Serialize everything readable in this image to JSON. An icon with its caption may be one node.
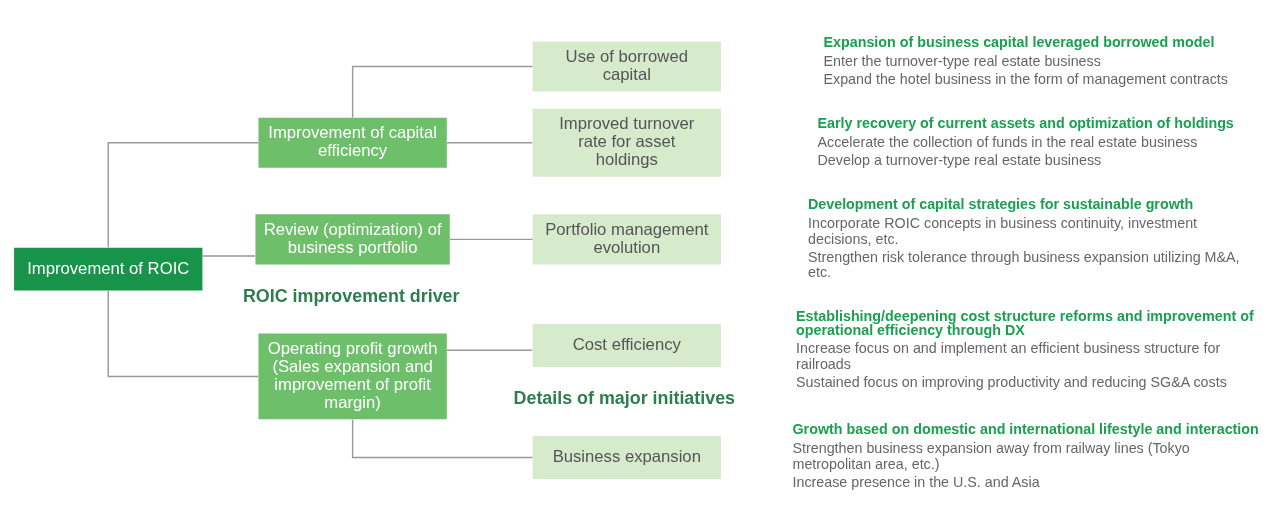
{
  "diagram": {
    "nodes": [
      {
        "text": [
          "Improvement of ROIC"
        ]
      },
      {
        "text": [
          "Operating profit growth",
          "(Sales expansion and improvement of profit margin)"
        ]
      },
      {
        "text": [
          "Improvement of capital efficiency"
        ]
      },
      {
        "text": [
          "Review (optimization) of business portfolio"
        ]
      },
      {
        "text": [
          "Business expansion"
        ],
        "beside": [
          "Growth based on domestic and international lifestyle and interaction",
          "Strengthen business expansion away from railway lines (Tokyo metropolitan area, etc.)",
          "Increase presence in the U.S. and Asia"
        ]
      },
      {
        "text": [
          "Cost efficiency"
        ],
        "beside": [
          "Establishing/deepening cost structure reforms and improvement of operational efficiency through DX",
          "Increase focus on and implement an efficient business structure for railroads",
          "Sustained focus on improving productivity and reducing SG&A costs"
        ]
      },
      {
        "text": [
          "Use of borrowed capital"
        ],
        "beside": [
          "Expansion of business capital leveraged borrowed model",
          "Enter the turnover-type real estate business",
          "Expand the hotel business in the form of management contracts"
        ]
      },
      {
        "text": [
          "Improved turnover rate for asset holdings"
        ],
        "beside": [
          "Early recovery of current assets and optimization of holdings",
          "Accelerate the collection of funds in the real estate business",
          "Develop a turnover-type real estate business"
        ]
      },
      {
        "text": [
          "Portfolio management evolution"
        ],
        "beside": [
          "Development of capital strategies for sustainable growth",
          "Incorporate ROIC concepts in business continuity, investment decisions, etc.",
          "Strengthen risk tolerance through business expansion utilizing M&A, etc."
        ]
      }
    ],
    "edges": [
      {
        "from": 0,
        "to": 1,
        "arrow": "none"
      },
      {
        "from": 0,
        "to": 2,
        "arrow": "none"
      },
      {
        "from": 0,
        "to": 3,
        "arrow": "none"
      },
      {
        "from": 1,
        "to": 4,
        "arrow": "none"
      },
      {
        "from": 1,
        "to": 5,
        "arrow": "none"
      },
      {
        "from": 2,
        "to": 6,
        "arrow": "none"
      },
      {
        "from": 2,
        "to": 7,
        "arrow": "none"
      },
      {
        "from": 3,
        "to": 8,
        "arrow": "none"
      }
    ],
    "labels": [
      "ROIC improvement driver",
      "Details of major initiatives"
    ]
  }
}
